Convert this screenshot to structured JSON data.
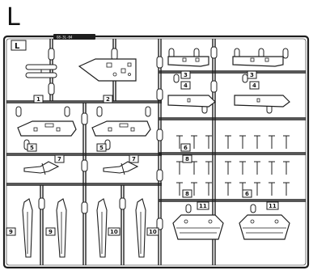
{
  "sheet": {
    "letter": "L",
    "frame_tab": "L",
    "part_code": "G8-3L-04"
  },
  "part_numbers": {
    "p1": "1",
    "p2": "2",
    "p3a": "3",
    "p3b": "3",
    "p4a": "4",
    "p4b": "4",
    "p5a": "5",
    "p5b": "5",
    "p6a": "6",
    "p6b": "6",
    "p7a": "7",
    "p7b": "7",
    "p8a": "8",
    "p8b": "8",
    "p9a": "9",
    "p9b": "9",
    "p10a": "10",
    "p10b": "10",
    "p11a": "11",
    "p11b": "11"
  }
}
